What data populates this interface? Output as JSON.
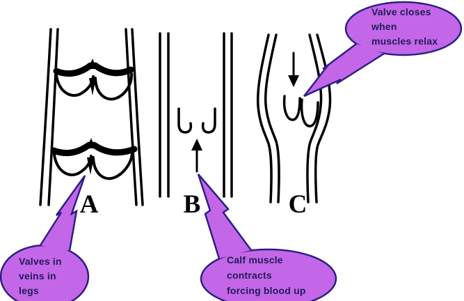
{
  "diagram": {
    "background": "#ffffff",
    "ink": "#000000",
    "subject": "valves in veins of the leg",
    "panel_labels": [
      "A",
      "B",
      "C"
    ]
  },
  "callouts": {
    "style": {
      "fill": "#c466e8",
      "border": "#2b1f86",
      "text_color": "#1d1d55"
    },
    "valve_closes": {
      "text": "Valve closes\nwhen\nmuscles relax"
    },
    "valves_in_veins": {
      "text": "Valves in\nveins in\nlegs"
    },
    "calf_muscle": {
      "text": "Calf muscle\ncontracts\nforcing blood up"
    }
  }
}
